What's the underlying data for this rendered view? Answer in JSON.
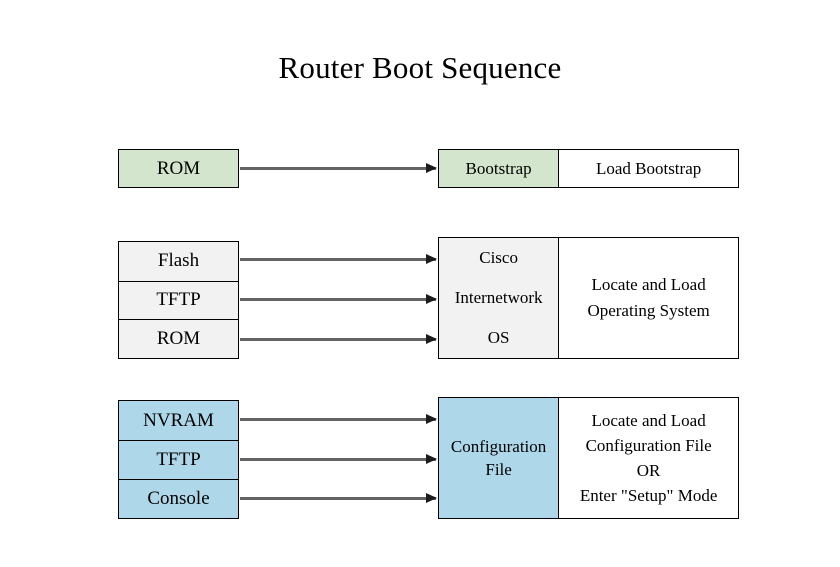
{
  "page": {
    "title": "Router Boot Sequence",
    "background_color": "#ffffff",
    "text_color": "#000000"
  },
  "colors": {
    "green_fill": "#d3e5cd",
    "blue_fill": "#aed8ea",
    "gray_fill": "#f2f2f2",
    "white_fill": "#ffffff",
    "border": "#000000",
    "arrow_shaft": "#636363",
    "arrow_head": "#1c1c1c"
  },
  "stages": [
    {
      "id": "stage-1-bootstrap",
      "sources": [
        "ROM"
      ],
      "source_fill": "green",
      "target_label": "Bootstrap",
      "target_fill": "green",
      "description": "Load Bootstrap",
      "description_fill": "white",
      "arrow_count": 1
    },
    {
      "id": "stage-2-operating-system",
      "sources": [
        "Flash",
        "TFTP",
        "ROM"
      ],
      "source_fill": "gray",
      "target_label": "Cisco\nInternetwork\nOS",
      "target_fill": "gray",
      "description": "Locate and Load\nOperating System",
      "description_fill": "white",
      "arrow_count": 3
    },
    {
      "id": "stage-3-configuration-file",
      "sources": [
        "NVRAM",
        "TFTP",
        "Console"
      ],
      "source_fill": "blue",
      "target_label": "Configuration\nFile",
      "target_fill": "blue",
      "description": "Locate and Load\nConfiguration File\nOR\nEnter \"Setup\" Mode",
      "description_fill": "white",
      "arrow_count": 3
    }
  ],
  "chart_data": {
    "type": "diagram",
    "title": "Router Boot Sequence",
    "nodes": [
      {
        "label": "ROM",
        "row": 1,
        "column": "source",
        "fill": "#d3e5cd"
      },
      {
        "label": "Bootstrap",
        "row": 1,
        "column": "target",
        "fill": "#d3e5cd"
      },
      {
        "label": "Load Bootstrap",
        "row": 1,
        "column": "description",
        "fill": "#ffffff"
      },
      {
        "label": "Flash",
        "row": 2,
        "column": "source",
        "fill": "#f2f2f2"
      },
      {
        "label": "TFTP",
        "row": 2,
        "column": "source",
        "fill": "#f2f2f2"
      },
      {
        "label": "ROM",
        "row": 2,
        "column": "source",
        "fill": "#f2f2f2"
      },
      {
        "label": "Cisco Internetwork OS",
        "row": 2,
        "column": "target",
        "fill": "#f2f2f2"
      },
      {
        "label": "Locate and Load Operating System",
        "row": 2,
        "column": "description",
        "fill": "#ffffff"
      },
      {
        "label": "NVRAM",
        "row": 3,
        "column": "source",
        "fill": "#aed8ea"
      },
      {
        "label": "TFTP",
        "row": 3,
        "column": "source",
        "fill": "#aed8ea"
      },
      {
        "label": "Console",
        "row": 3,
        "column": "source",
        "fill": "#aed8ea"
      },
      {
        "label": "Configuration File",
        "row": 3,
        "column": "target",
        "fill": "#aed8ea"
      },
      {
        "label": "Locate and Load Configuration File OR Enter \"Setup\" Mode",
        "row": 3,
        "column": "description",
        "fill": "#ffffff"
      }
    ],
    "edges": [
      {
        "from": "ROM",
        "to": "Bootstrap"
      },
      {
        "from": "Flash",
        "to": "Cisco Internetwork OS"
      },
      {
        "from": "TFTP",
        "to": "Cisco Internetwork OS"
      },
      {
        "from": "ROM",
        "to": "Cisco Internetwork OS"
      },
      {
        "from": "NVRAM",
        "to": "Configuration File"
      },
      {
        "from": "TFTP",
        "to": "Configuration File"
      },
      {
        "from": "Console",
        "to": "Configuration File"
      }
    ]
  }
}
